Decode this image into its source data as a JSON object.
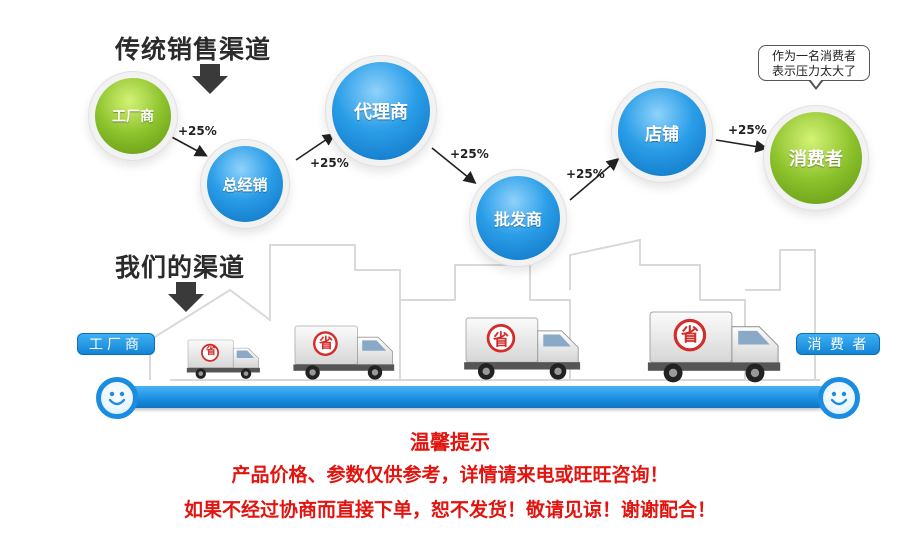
{
  "headings": {
    "traditional": "传统销售渠道",
    "ours": "我们的渠道"
  },
  "traditional_chain": {
    "nodes": [
      {
        "label": "工厂商",
        "color": "green"
      },
      {
        "label": "总经销",
        "color": "blue"
      },
      {
        "label": "代理商",
        "color": "blue"
      },
      {
        "label": "批发商",
        "color": "blue"
      },
      {
        "label": "店铺",
        "color": "blue"
      },
      {
        "label": "消费者",
        "color": "green"
      }
    ],
    "markups": [
      "+25%",
      "+25%",
      "+25%",
      "+25%",
      "+25%"
    ]
  },
  "speech_bubble": {
    "line1": "作为一名消费者",
    "line2": "表示压力太大了"
  },
  "our_channel": {
    "start_label": "工厂商",
    "end_label": "消 费 者",
    "truck_badge": "省"
  },
  "notice": {
    "title": "温馨提示",
    "line1": "产品价格、参数仅供参考，详情请来电或旺旺咨询！",
    "line2": "如果不经过协商而直接下单，恕不发货！敬请见谅！谢谢配合！"
  },
  "colors": {
    "accent_blue": "#1b8de0",
    "accent_green": "#8cc22c",
    "notice_red": "#e2140f"
  }
}
